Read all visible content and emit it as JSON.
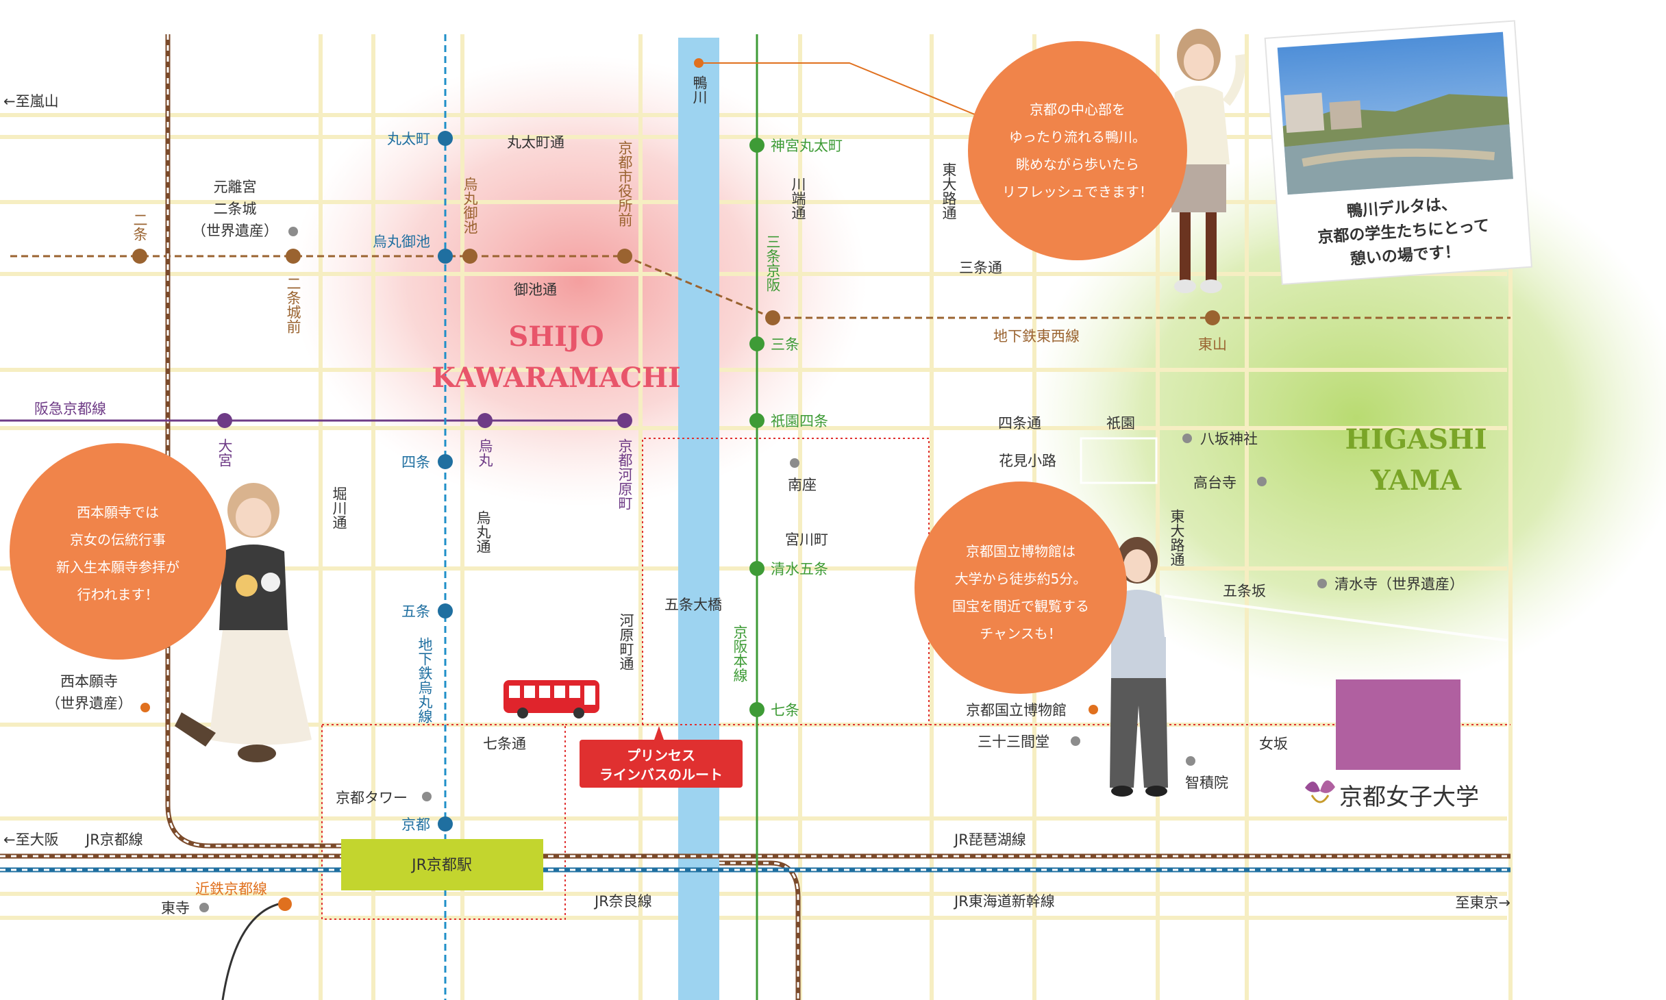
{
  "areas": {
    "shijo_line1": "SHIJO",
    "shijo_line2": "KAWARAMACHI",
    "higashi_line1": "HIGASHI",
    "higashi_line2": "YAMA"
  },
  "colors": {
    "shijo_glow": "#f08f8f",
    "higashi_glow": "#b5d96a",
    "kamo_river": "#9dd3f0",
    "brown_line": "#9a6330",
    "blue_line": "#1f6fa0",
    "green_line": "#3e9b36",
    "purple_line": "#6e3b86",
    "orange_line": "#e0701e",
    "bubble": "#f0844a",
    "station_box": "#c3d52e",
    "campus": "#b060a0",
    "bus_route_label": "#e03030"
  },
  "edge_labels": {
    "to_arashiyama": "←至嵐山",
    "to_osaka": "←至大阪",
    "to_tokyo": "至東京→"
  },
  "rivers": {
    "kamo": "鴨川"
  },
  "streets": {
    "marutamachi_dori": "丸太町通",
    "oike_dori": "御池通",
    "sanjo_dori": "三条通",
    "shijo_dori": "四条通",
    "hanamikoji": "花見小路",
    "shichijo_dori": "七条通",
    "horikawa_dori": "堀川通",
    "karasuma_dori": "烏丸通",
    "kawaramachi_dori": "河原町通",
    "kawabata_dori": "川端通",
    "higashioji_dori_north": "東大路通",
    "higashioji_dori_south": "東大路通",
    "gojo_ohashi": "五条大橋",
    "gojozaka": "五条坂",
    "onnazaka": "女坂"
  },
  "lines": {
    "hankyu_kyoto": "阪急京都線",
    "tozai": "地下鉄東西線",
    "karasuma_subway": "地下鉄烏丸線",
    "keihan": "京阪本線",
    "jr_kyoto": "JR京都線",
    "jr_biwako": "JR琵琶湖線",
    "jr_nara": "JR奈良線",
    "shinkansen": "JR東海道新幹線",
    "kintetsu": "近鉄京都線"
  },
  "stations": {
    "nijo": "二条",
    "nijojo_mae": "二条城前",
    "karasuma_oike": "烏丸御池",
    "kyoto_shiyakusho_mae": "京都市役所前",
    "sanjo_keihan": "三条京阪",
    "higashiyama": "東山",
    "marutamachi": "丸太町",
    "shijo": "四条",
    "gojo": "五条",
    "kyoto": "京都",
    "jingu_marutamachi": "神宮丸太町",
    "sanjo": "三条",
    "gion_shijo": "祇園四条",
    "kiyomizu_gojo": "清水五条",
    "shichijo": "七条",
    "omiya": "大宮",
    "karasuma": "烏丸",
    "kyoto_kawaramachi": "京都河原町",
    "jr_kyoto_station": "JR京都駅"
  },
  "landmarks": {
    "nijojo_l1": "元離宮",
    "nijojo_l2": "二条城",
    "nijojo_l3": "（世界遺産）",
    "nishi_honganji_l1": "西本願寺",
    "nishi_honganji_l2": "（世界遺産）",
    "minamiza": "南座",
    "miyagawacho": "宮川町",
    "gion": "祇園",
    "yasaka_jinja": "八坂神社",
    "kodaiji": "高台寺",
    "kiyomizudera": "清水寺（世界遺産）",
    "kyoto_national_museum": "京都国立博物館",
    "sanjusangendo": "三十三間堂",
    "chishakuin": "智積院",
    "kyoto_tower": "京都タワー",
    "toji": "東寺",
    "university": "京都女子大学"
  },
  "bus": {
    "route_label_l1": "プリンセス",
    "route_label_l2": "ラインバスのルート"
  },
  "bubbles": {
    "kamogawa": [
      "京都の中心部を",
      "ゆったり流れる鴨川。",
      "眺めながら歩いたら",
      "リフレッシュできます！"
    ],
    "honganji": [
      "西本願寺では",
      "京女の伝統行事",
      "新入生本願寺参拝が",
      "行われます！"
    ],
    "museum": [
      "京都国立博物館は",
      "大学から徒歩約5分。",
      "国宝を間近で観覧する",
      "チャンスも！"
    ]
  },
  "photo_card": {
    "caption": [
      "鴨川デルタは、",
      "京都の学生たちにとって",
      "憩いの場です！"
    ]
  }
}
